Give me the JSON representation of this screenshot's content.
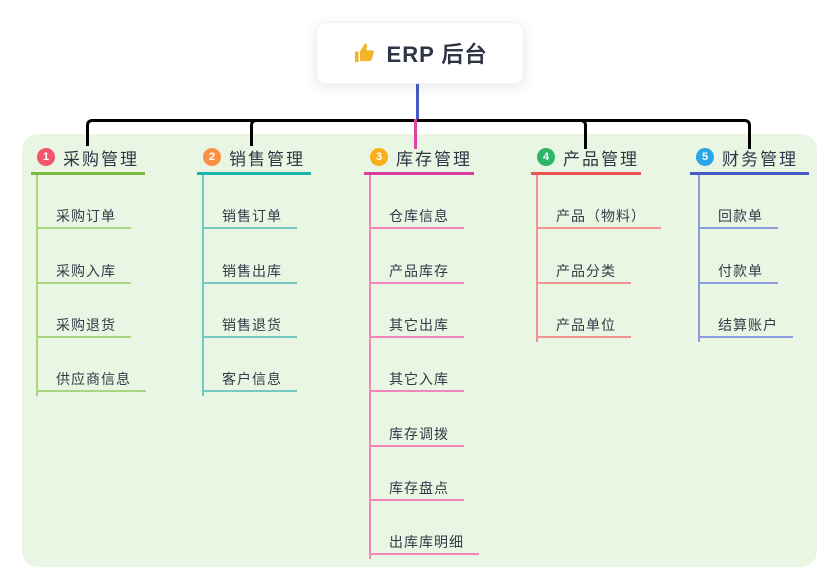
{
  "root": {
    "label": "ERP 后台",
    "icon": "thumbs-up-icon"
  },
  "branches": [
    {
      "number": "1",
      "label": "采购管理",
      "line_color": "#7cb93f",
      "child_line_color": "#a9d480",
      "badge_color": "#f2566a",
      "children": [
        "采购订单",
        "采购入库",
        "采购退货",
        "供应商信息"
      ]
    },
    {
      "number": "2",
      "label": "销售管理",
      "line_color": "#1db5a9",
      "child_line_color": "#74cac1",
      "badge_color": "#fb8f44",
      "children": [
        "销售订单",
        "销售出库",
        "销售退货",
        "客户信息"
      ]
    },
    {
      "number": "3",
      "label": "库存管理",
      "line_color": "#d63d9f",
      "child_line_color": "#f285ba",
      "badge_color": "#fbae1b",
      "children": [
        "仓库信息",
        "产品库存",
        "其它出库",
        "其它入库",
        "库存调拨",
        "库存盘点",
        "出库库明细"
      ]
    },
    {
      "number": "4",
      "label": "产品管理",
      "line_color": "#ee5253",
      "child_line_color": "#f29492",
      "badge_color": "#2bb765",
      "children": [
        "产品（物料）",
        "产品分类",
        "产品单位"
      ]
    },
    {
      "number": "5",
      "label": "财务管理",
      "line_color": "#4759c4",
      "child_line_color": "#8b9cda",
      "badge_color": "#2aa6e9",
      "children": [
        "回款单",
        "付款单",
        "结算账户"
      ]
    }
  ],
  "palette": {
    "canvas_background": "#ffffff",
    "panel_background": "#e9f6e3",
    "root_line": "#4759c4",
    "title_text": "#303645",
    "child_text": "#333a48",
    "thumb_icon": "#f3b32b"
  }
}
